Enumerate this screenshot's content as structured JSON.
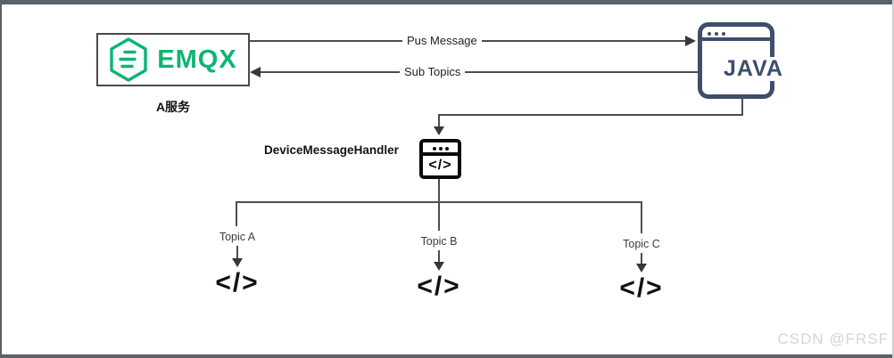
{
  "diagram": {
    "emqx": {
      "label": "EMQX",
      "caption": "A服务"
    },
    "java": {
      "label": "JAVA"
    },
    "arrows": {
      "publish_label": "Pus Message",
      "subscribe_label": "Sub Topics"
    },
    "handler": {
      "label": "DeviceMessageHandler",
      "icon_glyph": "</>"
    },
    "topics": [
      {
        "label": "Topic A"
      },
      {
        "label": "Topic B"
      },
      {
        "label": "Topic C"
      }
    ],
    "code_glyph": "</>"
  },
  "watermark": "CSDN @FRSF",
  "colors": {
    "emqx_green": "#0cb573",
    "java_navy": "#3e4e6b",
    "line": "#4d4d4d",
    "watermark_gray": "#d5d5d5"
  }
}
